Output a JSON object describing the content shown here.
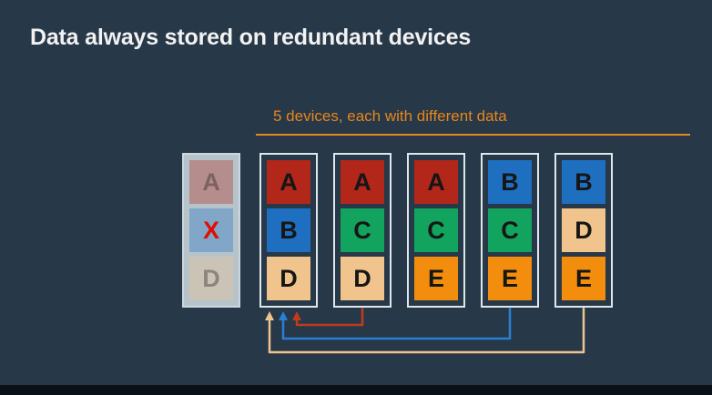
{
  "title": "Data always stored on redundant devices",
  "caption": "5 devices, each with different data",
  "colors": {
    "background": "#273848",
    "bottom_bar": "#0a1017",
    "title": "#f2f2f2",
    "accent_orange": "#e8861c",
    "cell_letter": "#161616",
    "failed_x": "#e00d00",
    "device_border": "#dfe7ec",
    "ghost_bg": "#b7c3cb",
    "red": "#b2271a",
    "blue": "#1f6fc0",
    "green": "#12a35e",
    "tan": "#f0c48c",
    "orange": "#f28d0e",
    "arrow_red": "#c23a1e",
    "arrow_blue": "#2a7fd4",
    "arrow_tan": "#eec48e"
  },
  "failed_device": {
    "cells": [
      {
        "label": "A",
        "color": "red",
        "failed": false
      },
      {
        "label": "X",
        "color": "blue",
        "failed": true
      },
      {
        "label": "D",
        "color": "tan",
        "failed": false
      }
    ]
  },
  "devices": [
    {
      "cells": [
        {
          "label": "A",
          "color": "red"
        },
        {
          "label": "B",
          "color": "blue"
        },
        {
          "label": "D",
          "color": "tan"
        }
      ]
    },
    {
      "cells": [
        {
          "label": "A",
          "color": "red"
        },
        {
          "label": "C",
          "color": "green"
        },
        {
          "label": "D",
          "color": "tan"
        }
      ]
    },
    {
      "cells": [
        {
          "label": "A",
          "color": "red"
        },
        {
          "label": "C",
          "color": "green"
        },
        {
          "label": "E",
          "color": "orange"
        }
      ]
    },
    {
      "cells": [
        {
          "label": "B",
          "color": "blue"
        },
        {
          "label": "C",
          "color": "green"
        },
        {
          "label": "E",
          "color": "orange"
        }
      ]
    },
    {
      "cells": [
        {
          "label": "B",
          "color": "blue"
        },
        {
          "label": "D",
          "color": "tan"
        },
        {
          "label": "E",
          "color": "orange"
        }
      ]
    }
  ],
  "arrows": [
    {
      "name": "recovery-arrow-red",
      "color_key": "arrow_red",
      "from_device": 2,
      "to_device": 1
    },
    {
      "name": "recovery-arrow-blue",
      "color_key": "arrow_blue",
      "from_device": 4,
      "to_device": 1
    },
    {
      "name": "recovery-arrow-tan",
      "color_key": "arrow_tan",
      "from_device": 5,
      "to_device": 1
    }
  ]
}
